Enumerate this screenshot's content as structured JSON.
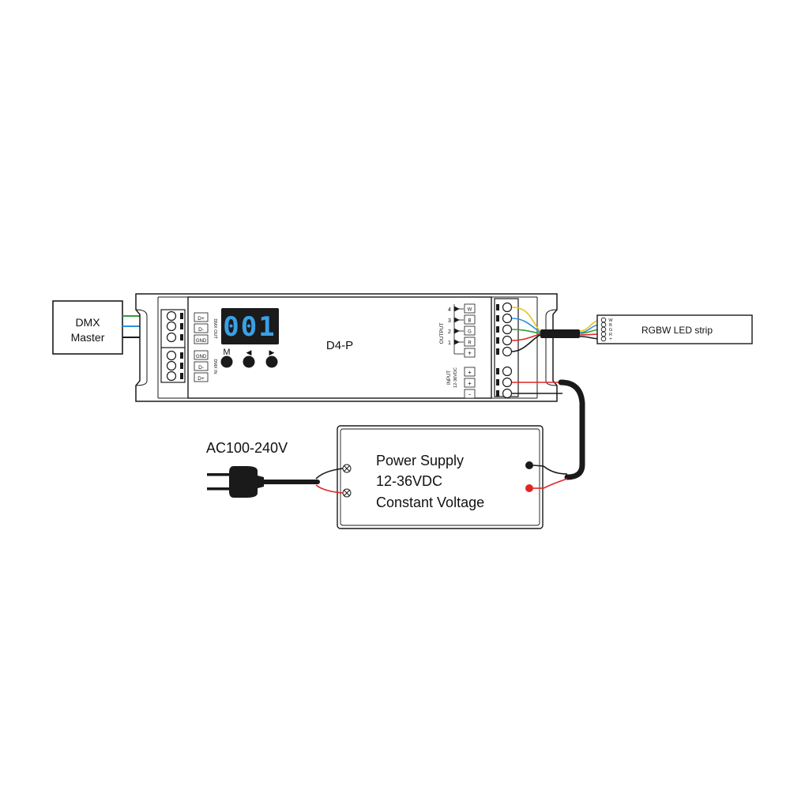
{
  "dmx_master": {
    "line1": "DMX",
    "line2": "Master"
  },
  "controller": {
    "model": "D4-P",
    "display": "001",
    "buttons": {
      "m": "M",
      "left": "◀",
      "right": "▶"
    },
    "left_terminals": {
      "dmx_out": [
        "D+",
        "D-",
        "GND"
      ],
      "dmx_in": [
        "GND",
        "D-",
        "D+"
      ],
      "dmx_out_caption": "DMX OUT",
      "dmx_in_caption": "DMX IN"
    },
    "output": {
      "caption": "OUTPUT",
      "channels": [
        "4",
        "3",
        "2",
        "1"
      ],
      "channel_codes": [
        "W",
        "B",
        "G",
        "R"
      ],
      "common": "+"
    },
    "input": {
      "caption_line1": "INPUT",
      "caption_line2": "12-36VDC",
      "pins": [
        "+",
        "+",
        "-"
      ]
    }
  },
  "led_strip": {
    "label": "RGBW LED strip",
    "pins": [
      "W",
      "B",
      "G",
      "R",
      "+"
    ]
  },
  "power_supply": {
    "line1": "Power Supply",
    "line2": "12-36VDC",
    "line3": "Constant Voltage"
  },
  "ac_input": {
    "label": "AC100-240V"
  },
  "colors": {
    "line": "#1a1a1a",
    "display_bg": "#1b1b1b",
    "display_digits": "#3aa0e6",
    "wire_green": "#2e9e3a",
    "wire_blue": "#2f8fe0",
    "wire_yellow": "#e8c21a",
    "wire_red": "#e02626",
    "wire_black": "#1a1a1a"
  }
}
